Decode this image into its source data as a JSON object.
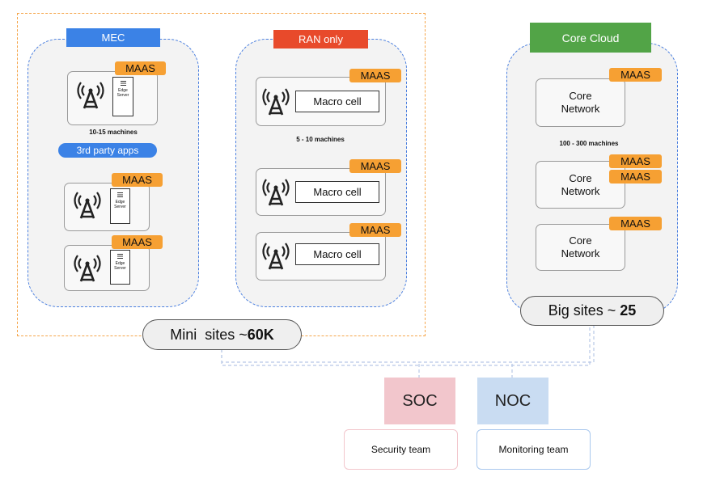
{
  "mec": {
    "label": "MEC",
    "color": "#3b82e6",
    "machines": "10-15 machines",
    "apps": "3rd party apps",
    "maas": [
      "MAAS",
      "MAAS",
      "MAAS"
    ],
    "edge": [
      "Edge Server",
      "Edge Server",
      "Edge Server"
    ]
  },
  "ran": {
    "label": "RAN only",
    "color": "#e84a2b",
    "machines": "5 - 10 machines",
    "maas": [
      "MAAS",
      "MAAS",
      "MAAS"
    ],
    "cells": [
      "Macro cell",
      "Macro cell",
      "Macro cell"
    ]
  },
  "core": {
    "label": "Core Cloud",
    "color": "#52a447",
    "machines": "100 - 300 machines",
    "maas": [
      "MAAS",
      "MAAS",
      "MAAS",
      "MAAS"
    ],
    "networks": [
      "Core\nNetwork",
      "Core\nNetwork",
      "Core\nNetwork"
    ]
  },
  "mini_sites": {
    "prefix": "Mini  sites ~",
    "count": "60K"
  },
  "big_sites": {
    "prefix": "Big sites ~ ",
    "count": "25"
  },
  "soc": {
    "label": "SOC",
    "team": "Security team",
    "color": "#f2c6cc"
  },
  "noc": {
    "label": "NOC",
    "team": "Monitoring team",
    "color": "#c9dcf2"
  },
  "icons": {
    "tower": "antenna-tower-icon",
    "server": "edge-server-icon"
  }
}
